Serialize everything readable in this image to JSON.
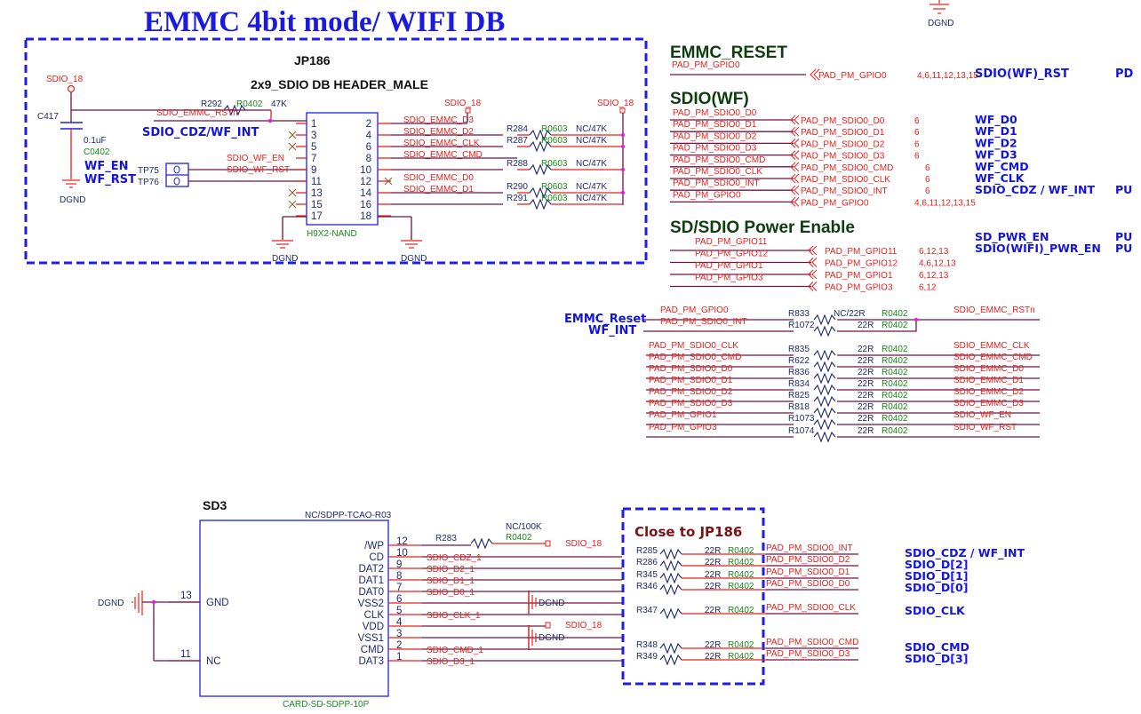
{
  "title": "EMMC 4bit mode/ WIFI DB",
  "jp186": {
    "ref": "JP186",
    "desc": "2x9_SDIO DB HEADER_MALE",
    "footprint": "H9X2-NAND",
    "left_pins": [
      "1",
      "3",
      "5",
      "7",
      "9",
      "11",
      "13",
      "15",
      "17"
    ],
    "right_pins": [
      "2",
      "4",
      "6",
      "8",
      "10",
      "12",
      "14",
      "16",
      "18"
    ],
    "right_nets": [
      "SDIO_EMMC_D3",
      "SDIO_EMMC_D2",
      "SDIO_EMMC_CLK",
      "SDIO_EMMC_CMD",
      "",
      "SDIO_EMMC_D0",
      "SDIO_EMMC_D1",
      "",
      ""
    ],
    "left_nets": {
      "pin7": "SDIO_WF_EN",
      "pin9": "SDIO_WF_RST",
      "pin1": "SDIO_EMMC_RSTn"
    },
    "annotations": {
      "cdz": "SDIO_CDZ/WF_INT",
      "wf_en": "WF_EN",
      "wf_rst": "WF_RST"
    },
    "power": [
      "SDIO_18",
      "SDIO_18",
      "SDIO_18"
    ],
    "gnd": [
      "DGND",
      "DGND",
      "DGND"
    ],
    "cap": {
      "ref": "C417",
      "value": "0.1uF",
      "footprint": "C0402"
    },
    "r292": {
      "ref": "R292",
      "footprint": "R0402",
      "value": "47K"
    },
    "testpoints": [
      "TP75",
      "TP76"
    ],
    "pullups": [
      {
        "ref": "R284",
        "footprint": "R0603",
        "value": "NC/47K"
      },
      {
        "ref": "R287",
        "footprint": "R0603",
        "value": "NC/47K"
      },
      {
        "ref": "R288",
        "footprint": "R0603",
        "value": "NC/47K"
      },
      {
        "ref": "R290",
        "footprint": "R0603",
        "value": "NC/47K"
      },
      {
        "ref": "R291",
        "footprint": "R0603",
        "value": "NC/47K"
      }
    ]
  },
  "top_right_gnd": "DGND",
  "emmc_reset": {
    "heading": "EMMC_RESET",
    "net_label": "PAD_PM_GPIO0",
    "port": "PAD_PM_GPIO0",
    "pages": "4,6,11,12,13,15",
    "note": "SDIO(WF)_RST",
    "pull": "PD"
  },
  "sdio_wf": {
    "heading": "SDIO(WF)",
    "rows": [
      {
        "net": "PAD_PM_SDIO0_D0",
        "port": "PAD_PM_SDIO0_D0",
        "pages": "6",
        "note": "WF_D0",
        "pull": ""
      },
      {
        "net": "PAD_PM_SDIO0_D1",
        "port": "PAD_PM_SDIO0_D1",
        "pages": "6",
        "note": "WF_D1",
        "pull": ""
      },
      {
        "net": "PAD_PM_SDIO0_D2",
        "port": "PAD_PM_SDIO0_D2",
        "pages": "6",
        "note": "WF_D2",
        "pull": ""
      },
      {
        "net": "PAD_PM_SDIO0_D3",
        "port": "PAD_PM_SDIO0_D3",
        "pages": "6",
        "note": "WF_D3",
        "pull": ""
      },
      {
        "net": "PAD_PM_SDIO0_CMD",
        "port": "PAD_PM_SDIO0_CMD",
        "pages": "6",
        "note": "WF_CMD",
        "pull": ""
      },
      {
        "net": "PAD_PM_SDIO0_CLK",
        "port": "PAD_PM_SDIO0_CLK",
        "pages": "6",
        "note": "WF_CLK",
        "pull": ""
      },
      {
        "net": "PAD_PM_SDIO0_INT",
        "port": "PAD_PM_SDIO0_INT",
        "pages": "6",
        "note": "SDIO_CDZ / WF_INT",
        "pull": "PU"
      },
      {
        "net": "PAD_PM_GPIO0",
        "port": "PAD_PM_GPIO0",
        "pages": "4,6,11,12,13,15",
        "note": "",
        "pull": ""
      }
    ]
  },
  "power_enable": {
    "heading": "SD/SDIO Power Enable",
    "rows": [
      {
        "net": "PAD_PM_GPIO11",
        "port": "PAD_PM_GPIO11",
        "pages": "6,12,13"
      },
      {
        "net": "PAD_PM_GPIO12",
        "port": "PAD_PM_GPIO12",
        "pages": "4,6,12,13"
      },
      {
        "net": "PAD_PM_GPIO1",
        "port": "PAD_PM_GPIO1",
        "pages": "6,12,13"
      },
      {
        "net": "PAD_PM_GPIO3",
        "port": "PAD_PM_GPIO3",
        "pages": "6,12"
      }
    ],
    "notes": [
      {
        "label": "SD_PWR_EN",
        "pull": "PU"
      },
      {
        "label": "SDIO(WIFI)_PWR_EN",
        "pull": "PU"
      }
    ]
  },
  "series_block": {
    "labels": {
      "emmc_reset": "EMMC_Reset",
      "wf_int": "WF_INT"
    },
    "rows": [
      {
        "left": "PAD_PM_GPIO0",
        "ref": "R833",
        "value": "NC/22R",
        "fp": "R0402",
        "right": "SDIO_EMMC_RSTn"
      },
      {
        "left": "PAD_PM_SDIO0_INT",
        "ref": "R1072",
        "value": "22R",
        "fp": "R0402",
        "right": ""
      },
      {
        "left": "PAD_PM_SDIO0_CLK",
        "ref": "R835",
        "value": "22R",
        "fp": "R0402",
        "right": "SDIO_EMMC_CLK"
      },
      {
        "left": "PAD_PM_SDIO0_CMD",
        "ref": "R622",
        "value": "22R",
        "fp": "R0402",
        "right": "SDIO_EMMC_CMD"
      },
      {
        "left": "PAD_PM_SDIO0_D0",
        "ref": "R836",
        "value": "22R",
        "fp": "R0402",
        "right": "SDIO_EMMC_D0"
      },
      {
        "left": "PAD_PM_SDIO0_D1",
        "ref": "R834",
        "value": "22R",
        "fp": "R0402",
        "right": "SDIO_EMMC_D1"
      },
      {
        "left": "PAD_PM_SDIO0_D2",
        "ref": "R825",
        "value": "22R",
        "fp": "R0402",
        "right": "SDIO_EMMC_D2"
      },
      {
        "left": "PAD_PM_SDIO0_D3",
        "ref": "R818",
        "value": "22R",
        "fp": "R0402",
        "right": "SDIO_EMMC_D3"
      },
      {
        "left": "PAD_PM_GPIO1",
        "ref": "R1073",
        "value": "22R",
        "fp": "R0402",
        "right": "SDIO_WF_EN"
      },
      {
        "left": "PAD_PM_GPIO3",
        "ref": "R1074",
        "value": "22R",
        "fp": "R0402",
        "right": "SDIO_WF_RST"
      }
    ]
  },
  "sd3": {
    "ref": "SD3",
    "part": "NC/SDPP-TCAO-R03",
    "footprint": "CARD-SD-SDPP-10P",
    "gnd_label": "DGND",
    "left_pins": [
      {
        "num": "13",
        "name": "GND"
      },
      {
        "num": "11",
        "name": "NC"
      }
    ],
    "right_pins": [
      {
        "num": "12",
        "name": "/WP",
        "net": ""
      },
      {
        "num": "10",
        "name": "CD",
        "net": "SDIO_CDZ_1"
      },
      {
        "num": "9",
        "name": "DAT2",
        "net": "SDIO_D2_1"
      },
      {
        "num": "8",
        "name": "DAT1",
        "net": "SDIO_D1_1"
      },
      {
        "num": "7",
        "name": "DAT0",
        "net": "SDIO_D0_1"
      },
      {
        "num": "6",
        "name": "VSS2",
        "net": ""
      },
      {
        "num": "5",
        "name": "CLK",
        "net": "SDIO_CLK_1"
      },
      {
        "num": "4",
        "name": "VDD",
        "net": ""
      },
      {
        "num": "3",
        "name": "VSS1",
        "net": ""
      },
      {
        "num": "2",
        "name": "CMD",
        "net": "SDIO_CMD_1"
      },
      {
        "num": "1",
        "name": "DAT3",
        "net": "SDIO_D3_1"
      }
    ],
    "r283": {
      "ref": "R283",
      "value": "NC/100K",
      "fp": "R0402",
      "power": "SDIO_18"
    },
    "vdd_power": "SDIO_18",
    "vss_gnd": [
      "DGND",
      "DGND"
    ]
  },
  "close_block": {
    "heading": "Close to JP186",
    "rows": [
      {
        "ref": "R285",
        "value": "22R",
        "fp": "R0402",
        "net": "PAD_PM_SDIO0_INT"
      },
      {
        "ref": "R286",
        "value": "22R",
        "fp": "R0402",
        "net": "PAD_PM_SDIO0_D2"
      },
      {
        "ref": "R345",
        "value": "22R",
        "fp": "R0402",
        "net": "PAD_PM_SDIO0_D1"
      },
      {
        "ref": "R346",
        "value": "22R",
        "fp": "R0402",
        "net": "PAD_PM_SDIO0_D0"
      },
      {
        "ref": "R347",
        "value": "22R",
        "fp": "R0402",
        "net": "PAD_PM_SDIO0_CLK"
      },
      {
        "ref": "R348",
        "value": "22R",
        "fp": "R0402",
        "net": "PAD_PM_SDIO0_CMD"
      },
      {
        "ref": "R349",
        "value": "22R",
        "fp": "R0402",
        "net": "PAD_PM_SDIO0_D3"
      }
    ],
    "notes": [
      "SDIO_CDZ / WF_INT",
      "SDIO_D[2]",
      "SDIO_D[1]",
      "SDIO_D[0]",
      "SDIO_CLK",
      "SDIO_CMD",
      "SDIO_D[3]"
    ]
  }
}
